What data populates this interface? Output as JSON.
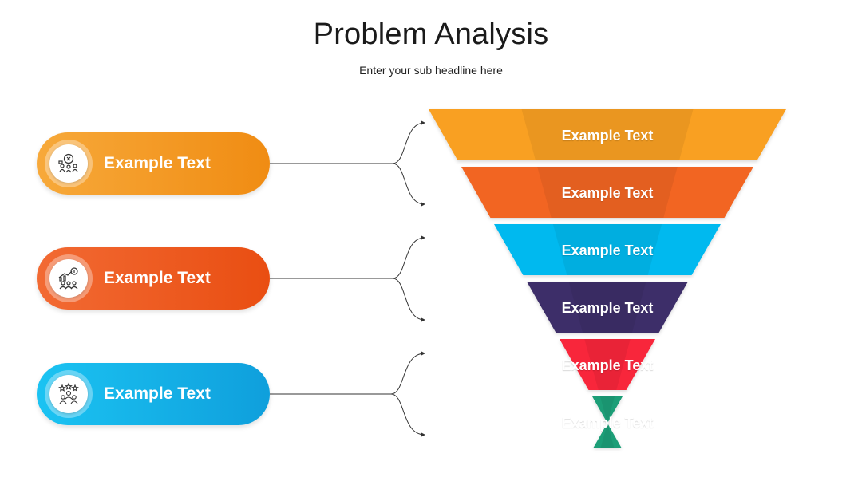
{
  "header": {
    "title": "Problem Analysis",
    "subtitle": "Enter your sub headline here"
  },
  "pills": [
    {
      "label": "Example Text",
      "icon": "trophy-team-icon",
      "color_from": "#f7a93a",
      "color_to": "#f08c13"
    },
    {
      "label": "Example Text",
      "icon": "growth-chart-team-icon",
      "color_from": "#f26a33",
      "color_to": "#e94e12"
    },
    {
      "label": "Example Text",
      "icon": "rated-team-icon",
      "color_from": "#1bc3f2",
      "color_to": "#0f9fdc"
    }
  ],
  "funnel": [
    {
      "label": "Example Text",
      "color": "#f9a023"
    },
    {
      "label": "Example Text",
      "color": "#f26522"
    },
    {
      "label": "Example Text",
      "color": "#00b9ef"
    },
    {
      "label": "Example Text",
      "color": "#3d2f69"
    },
    {
      "label": "Example Text",
      "color": "#f8283a"
    },
    {
      "label": "Example Text",
      "color": "#1b9e77"
    }
  ]
}
